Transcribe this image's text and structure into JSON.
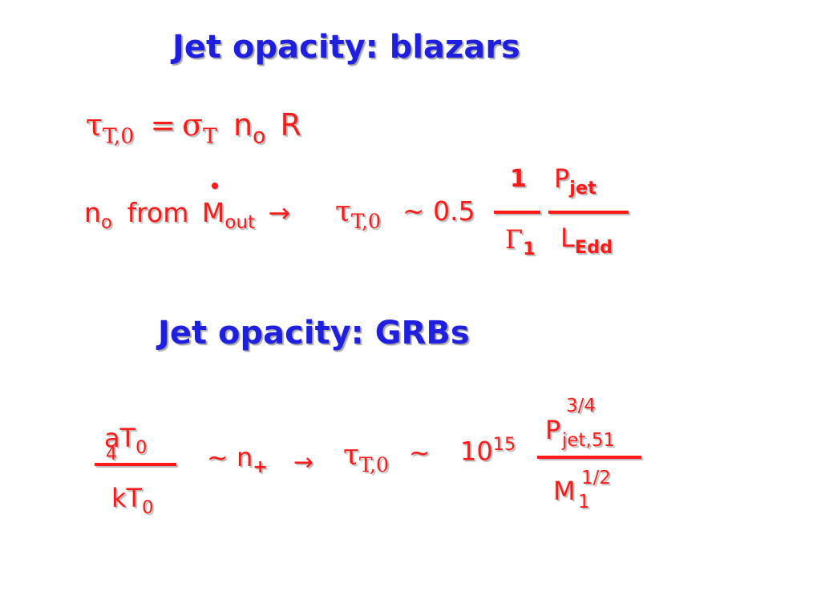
{
  "titles": {
    "blazars": "Jet opacity: blazars",
    "grbs": "Jet opacity: GRBs"
  },
  "eq1": {
    "tau": "τ",
    "tau_sub": "T,0",
    "equals": "=",
    "sigma": "σ",
    "sigma_sub": "T",
    "n": "n",
    "n_sub": "o",
    "R": "R"
  },
  "eq2": {
    "n": "n",
    "n_sub": "o",
    "from": "from",
    "M": "M",
    "M_sub": "out",
    "arrow": "→",
    "tau": "τ",
    "tau_sub": "T,0",
    "approx": "~ 0.5",
    "frac1_num": "1",
    "frac1_den": "Γ",
    "frac1_den_sub": "1",
    "frac2_num": "P",
    "frac2_num_sub": "jet",
    "frac2_den": "L",
    "frac2_den_sub": "Edd"
  },
  "eq3": {
    "num_a": "aT",
    "num_sub": "0",
    "num_exp": "4",
    "den": "kT",
    "den_sub": "0",
    "approx_n": "~ n",
    "n_sub": "+",
    "arrow": "→",
    "tau": "τ",
    "tau_sub": "T,0",
    "tilde": "~",
    "ten": "10",
    "ten_exp": "15",
    "p": "P",
    "p_exp": "3/4",
    "p_sub": "jet,51",
    "m": "M",
    "m_exp": "1/2",
    "m_sub": "1"
  },
  "colors": {
    "title": "#1f1fe0",
    "equation": "#ff1a1a",
    "background": "#ffffff"
  }
}
